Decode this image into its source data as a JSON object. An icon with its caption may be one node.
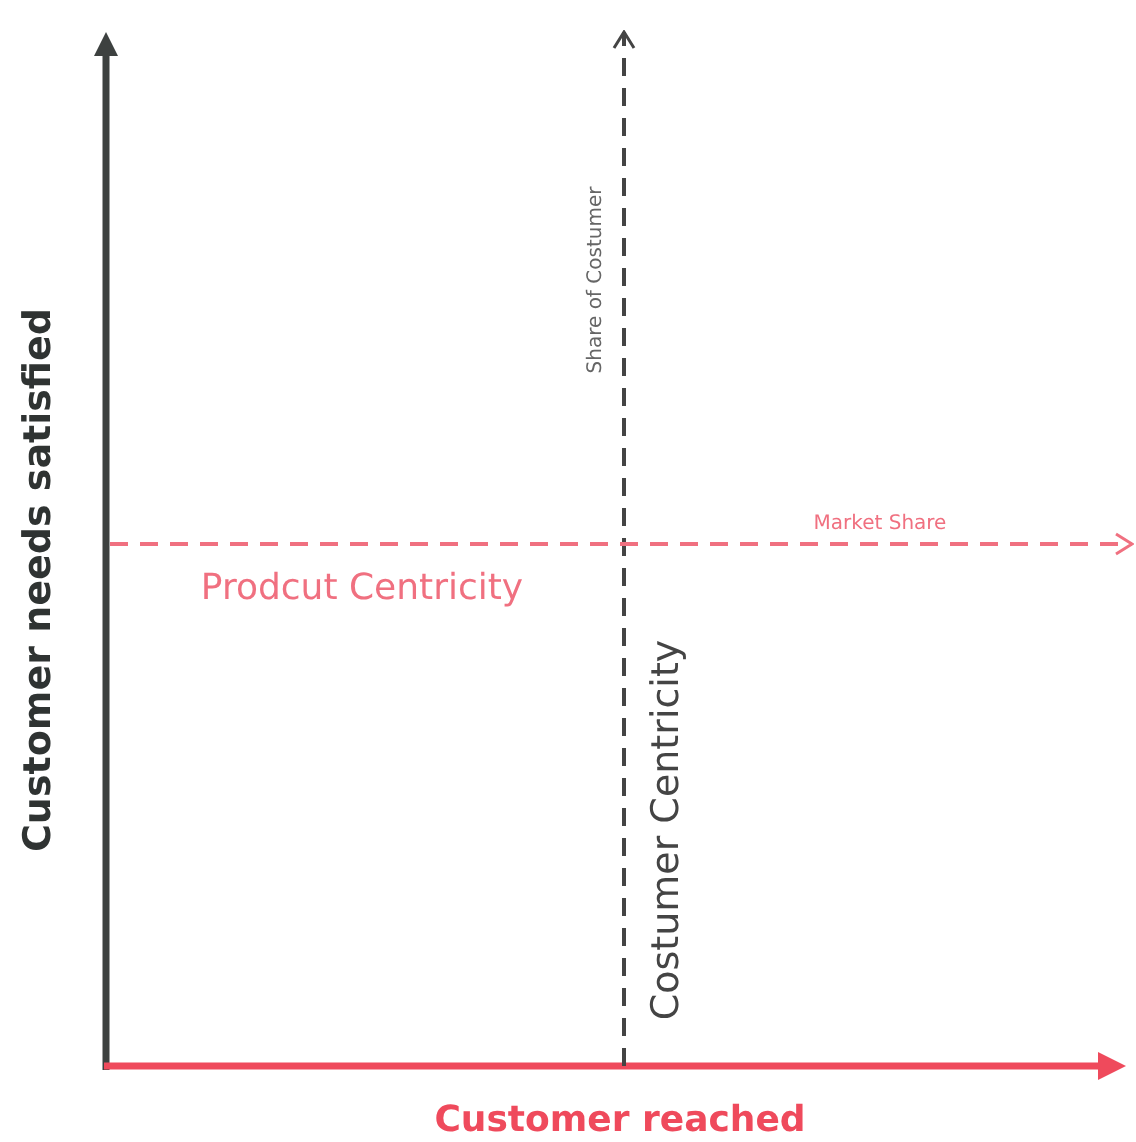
{
  "diagram": {
    "labels": [
      "Share of Costumer",
      "Customer needs satisfied",
      "Market Share",
      "Prodcut Centricity",
      "Costumer Centricity",
      "Customer reached"
    ]
  }
}
